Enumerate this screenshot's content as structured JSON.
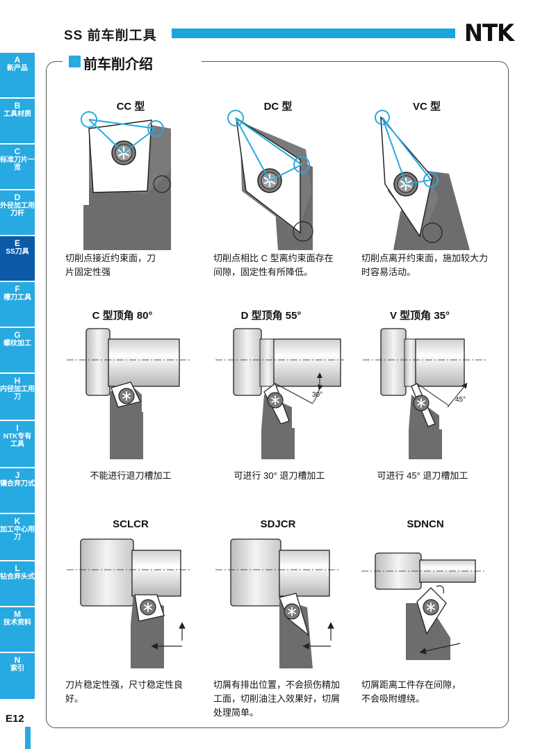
{
  "header": {
    "title": "SS 前车削工具",
    "logo": "NTK"
  },
  "section": {
    "title": "前车削介绍"
  },
  "sidebar": {
    "tabs": [
      {
        "letter": "A",
        "label": "新产品"
      },
      {
        "letter": "B",
        "label": "工具材质"
      },
      {
        "letter": "C",
        "label": "标准刀片一览"
      },
      {
        "letter": "D",
        "label": "外径加工用刀杆"
      },
      {
        "letter": "E",
        "label": "SS刀具"
      },
      {
        "letter": "F",
        "label": "槽刀工具"
      },
      {
        "letter": "G",
        "label": "螺纹加工"
      },
      {
        "letter": "H",
        "label": "内径加工用刀"
      },
      {
        "letter": "I",
        "label": "NTK专有工具"
      },
      {
        "letter": "J",
        "label": "镶合弃刀式"
      },
      {
        "letter": "K",
        "label": "加工中心用刀"
      },
      {
        "letter": "L",
        "label": "钻合弃头式"
      },
      {
        "letter": "M",
        "label": "技术资料"
      },
      {
        "letter": "N",
        "label": "索引"
      }
    ],
    "active": "E"
  },
  "row1": [
    {
      "title": "CC 型",
      "caption1": "切削点接近约束面，刀",
      "caption2": "片固定性强"
    },
    {
      "title": "DC 型",
      "caption1": "切削点相比 C 型离约束面存在",
      "caption2": "间隙，固定性有所降低。"
    },
    {
      "title": "VC 型",
      "caption1": "切削点离开约束面，施加较大力",
      "caption2": "时容易活动。"
    }
  ],
  "row2": [
    {
      "title": "C 型顶角 80°",
      "caption": "不能进行退刀槽加工",
      "angle": ""
    },
    {
      "title": "D 型顶角 55°",
      "caption": "可进行 30° 退刀槽加工",
      "angle": "30°"
    },
    {
      "title": "V 型顶角 35°",
      "caption": "可进行 45° 退刀槽加工",
      "angle": "45°"
    }
  ],
  "row3": [
    {
      "title": "SCLCR",
      "caption1": "刀片稳定性强，尺寸稳定性良",
      "caption2": "好。",
      "caption3": ""
    },
    {
      "title": "SDJCR",
      "caption1": "切屑有排出位置，不会损伤精加",
      "caption2": "工面，切削油注入效果好，切屑",
      "caption3": "处理简单。"
    },
    {
      "title": "SDNCN",
      "caption1": "切屑距离工件存在间隙，",
      "caption2": "不会吸附缠绕。",
      "caption3": ""
    }
  ],
  "page": {
    "number": "E12"
  },
  "colors": {
    "accent": "#27a9e1",
    "active_tab": "#0a5aa8",
    "tool_dark": "#6d6d6d",
    "workpiece_light": "#e8e8e8"
  }
}
